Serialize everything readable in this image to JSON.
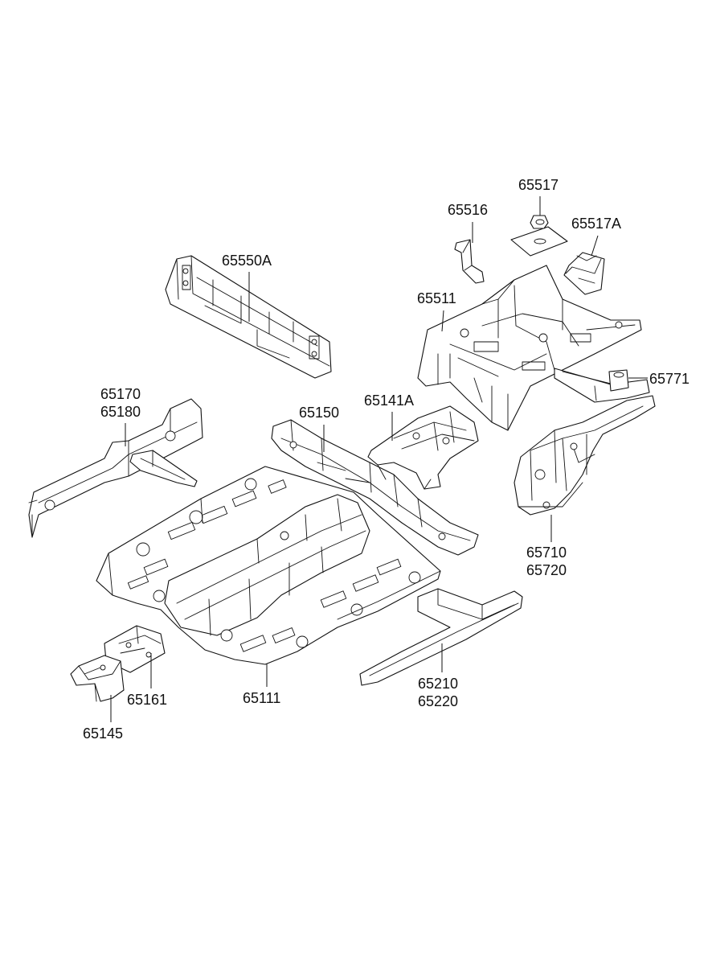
{
  "callouts": [
    {
      "id": "p65517",
      "lines": [
        "65517"
      ]
    },
    {
      "id": "p65516",
      "lines": [
        "65516"
      ]
    },
    {
      "id": "p65517A",
      "lines": [
        "65517A"
      ]
    },
    {
      "id": "p65550A",
      "lines": [
        "65550A"
      ]
    },
    {
      "id": "p65511",
      "lines": [
        "65511"
      ]
    },
    {
      "id": "p65771",
      "lines": [
        "65771"
      ]
    },
    {
      "id": "p65170",
      "lines": [
        "65170",
        "65180"
      ]
    },
    {
      "id": "p65150",
      "lines": [
        "65150"
      ]
    },
    {
      "id": "p65141A",
      "lines": [
        "65141A"
      ]
    },
    {
      "id": "p65710",
      "lines": [
        "65710",
        "65720"
      ]
    },
    {
      "id": "p65210",
      "lines": [
        "65210",
        "65220"
      ]
    },
    {
      "id": "p65111",
      "lines": [
        "65111"
      ]
    },
    {
      "id": "p65161",
      "lines": [
        "65161"
      ]
    },
    {
      "id": "p65145",
      "lines": [
        "65145"
      ]
    }
  ]
}
